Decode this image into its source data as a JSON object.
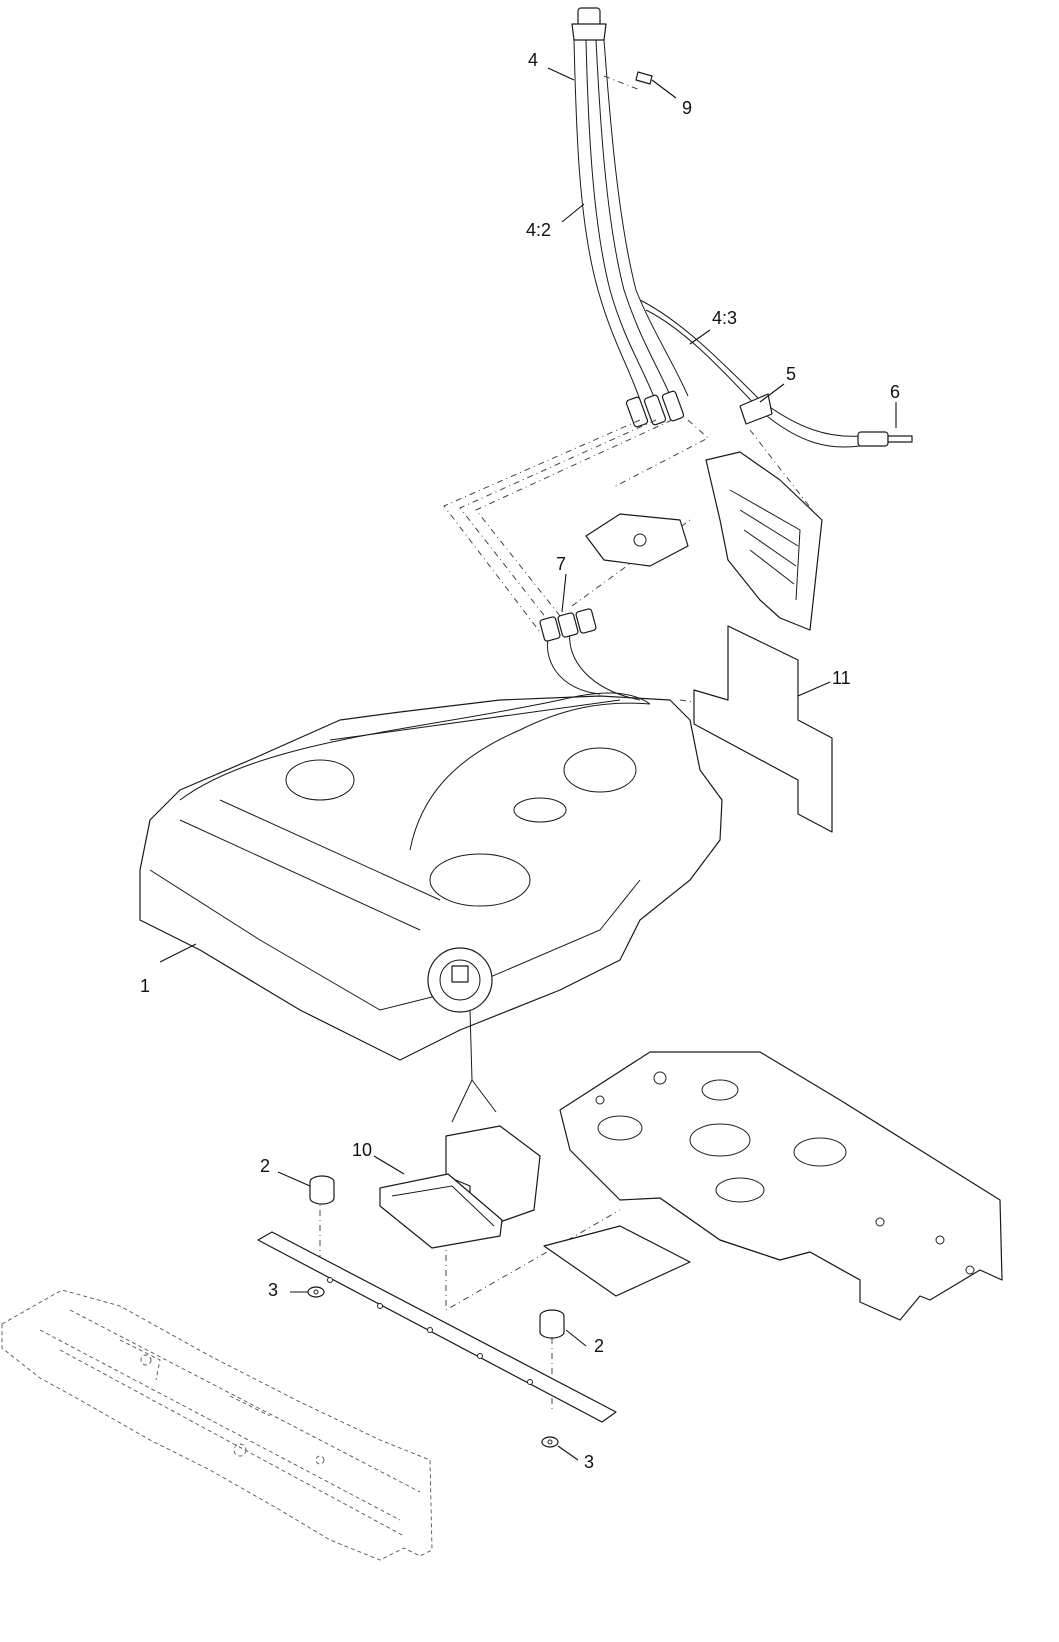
{
  "callouts": {
    "c1": "1",
    "c2a": "2",
    "c2b": "2",
    "c3a": "3",
    "c3b": "3",
    "c4": "4",
    "c4_2": "4:2",
    "c4_3": "4:3",
    "c5": "5",
    "c6": "6",
    "c7": "7",
    "c9": "9",
    "c10": "10",
    "c11": "11"
  },
  "colors": {
    "line": "#1a1a1a",
    "background": "#ffffff"
  }
}
